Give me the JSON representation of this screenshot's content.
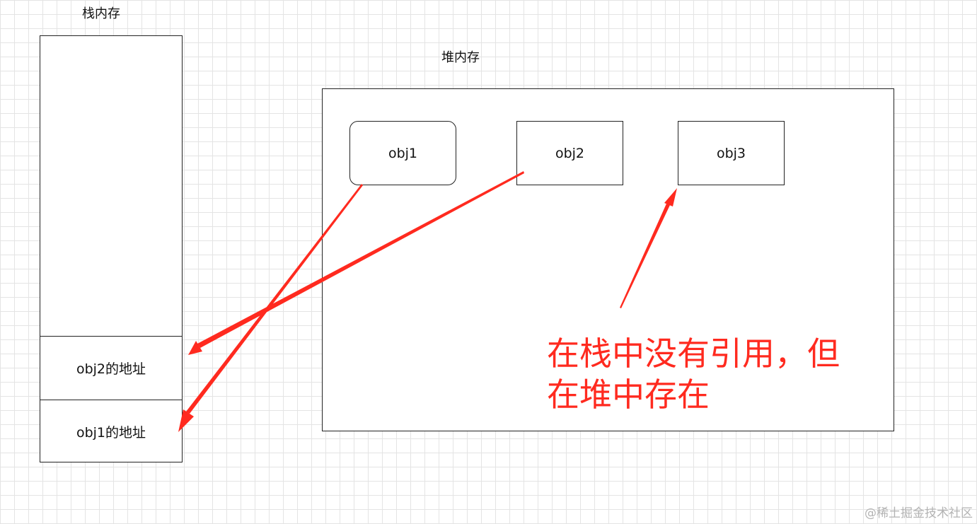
{
  "stack": {
    "title": "栈内存",
    "cells": [
      "obj2的地址",
      "obj1的地址"
    ]
  },
  "heap": {
    "title": "堆内存",
    "objects": [
      "obj1",
      "obj2",
      "obj3"
    ]
  },
  "annotation": {
    "line1": "在栈中没有引用，但",
    "line2": "在堆中存在"
  },
  "watermark": "@稀土掘金技术社区",
  "colors": {
    "arrow": "#ff2a1f",
    "border": "#222222",
    "grid": "#e4e4e4"
  }
}
